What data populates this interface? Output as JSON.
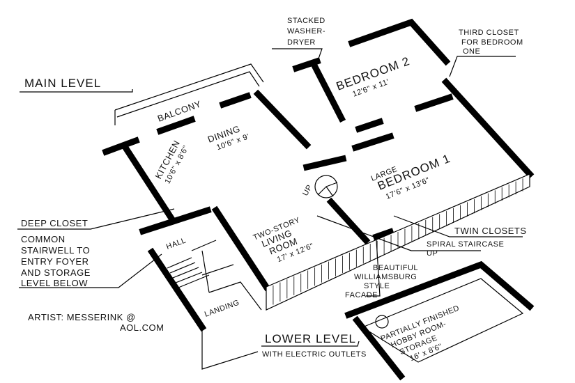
{
  "title": "MAIN LEVEL",
  "rooms": {
    "balcony": "BALCONY",
    "kitchen": "KITCHEN",
    "kitchen_size": "10'6\" x 8'6\"",
    "dining": "DINING",
    "dining_size": "10'6\" x 9'",
    "bedroom2": "BEDROOM 2",
    "bedroom2_size": "12'6\" x 11'",
    "bedroom1_a": "LARGE",
    "bedroom1_b": "BEDROOM 1",
    "bedroom1_size": "17'6\" x 13'6\"",
    "living_a": "TWO-STORY",
    "living_b": "LIVING",
    "living_c": "ROOM",
    "living_size": "17' x 12'6\"",
    "hall": "HALL",
    "landing": "LANDING",
    "up": "UP",
    "hobby_a": "PARTIALLY FINISHED",
    "hobby_b": "HOBBY ROOM-",
    "hobby_c": "STORAGE",
    "hobby_size": "16' x 8'6\""
  },
  "callouts": {
    "washer": [
      "STACKED",
      "WASHER-",
      "DRYER"
    ],
    "third_closet": [
      "THIRD CLOSET",
      "FOR BEDROOM",
      "ONE"
    ],
    "deep_closet": "DEEP CLOSET",
    "stairwell": [
      "COMMON",
      "STAIRWELL TO",
      "ENTRY FOYER",
      "AND STORAGE",
      "LEVEL BELOW"
    ],
    "facade": [
      "BEAUTIFUL",
      "WILLIAMSBURG",
      "STYLE",
      "FACADE"
    ],
    "twin_closets": "TWIN CLOSETS",
    "spiral": [
      "SPIRAL STAIRCASE",
      "UP"
    ]
  },
  "lower_level": {
    "title": "LOWER LEVEL",
    "subtitle": "WITH ELECTRIC OUTLETS"
  },
  "artist": {
    "line1": "ARTIST: MESSERINK @",
    "line2": "AOL.COM"
  }
}
